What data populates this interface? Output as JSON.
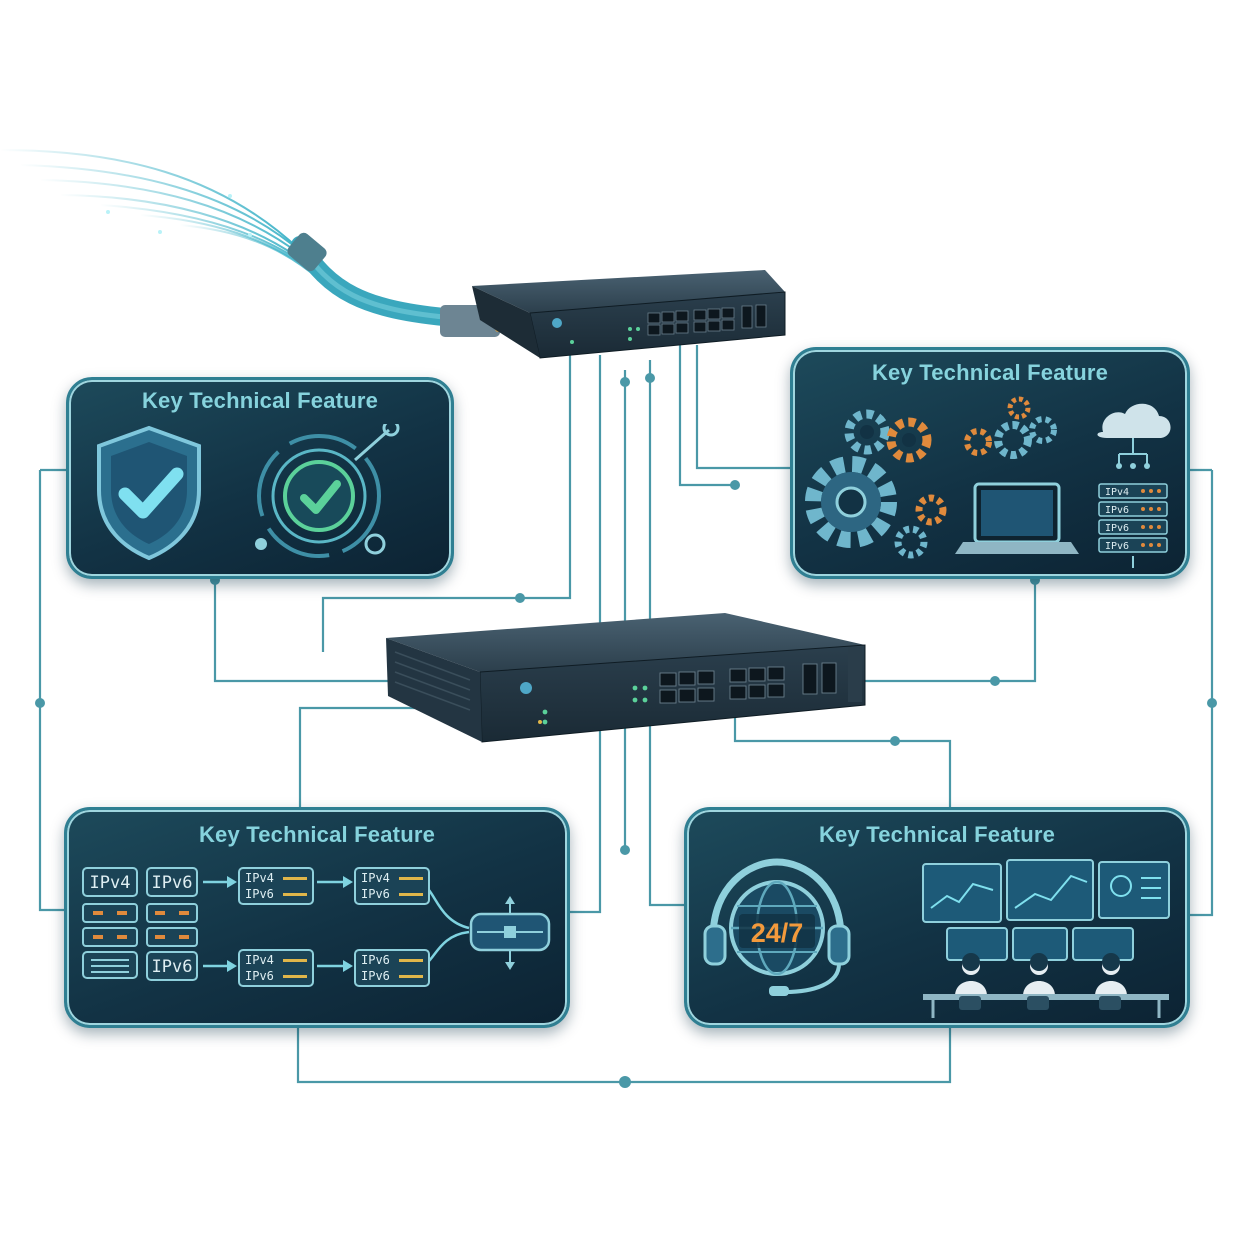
{
  "cards": {
    "security": {
      "title": "Key Technical Feature"
    },
    "automation": {
      "title": "Key Technical Feature"
    },
    "ipv": {
      "title": "Key Technical Feature",
      "labels": {
        "ipv4": "IPv4",
        "ipv6": "IPv6"
      }
    },
    "support": {
      "title": "Key Technical Feature",
      "badge": "24/7"
    }
  },
  "server_rack_labels": [
    "IPv4",
    "IPv6",
    "IPv6",
    "IPv6"
  ],
  "icons": [
    "shield-check-icon",
    "target-check-icon",
    "gear-icon",
    "cloud-icon",
    "laptop-icon",
    "server-rack-icon",
    "headset-icon",
    "globe-icon",
    "network-switch-icon",
    "ethernet-cable-icon"
  ],
  "colors": {
    "accent": "#86d3dd",
    "card": "#133547",
    "connector": "#3f8f9e",
    "status_orange": "#e08a3c",
    "check_green": "#5bd19a"
  }
}
